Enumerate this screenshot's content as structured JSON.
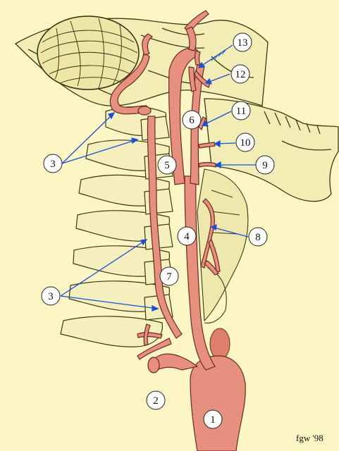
{
  "image": {
    "background": "#fbf6c4",
    "artery_color": "#e8907f",
    "artery_outline": "#6b2a1e",
    "line_color": "#2a2a2a",
    "bone_color": "#3a3a10",
    "pointer_color": "#1a4fd6"
  },
  "labels": {
    "l1": "1",
    "l2": "2",
    "l3a": "3",
    "l3b": "3",
    "l4": "4",
    "l5": "5",
    "l6": "6",
    "l7": "7",
    "l8": "8",
    "l9": "9",
    "l10": "10",
    "l11": "11",
    "l12": "12",
    "l13": "13"
  },
  "signature": "fgw '98"
}
